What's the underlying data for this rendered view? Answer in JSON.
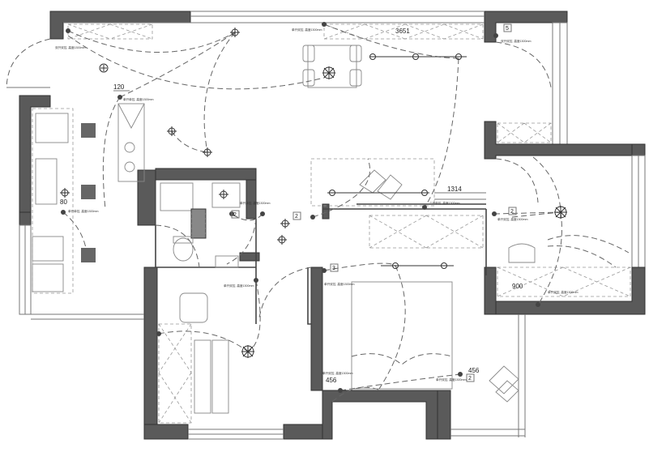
{
  "dimensions": {
    "top_room": "3651",
    "kitchen_window": "120",
    "living_span": "1314",
    "bedroom_right": "900",
    "kitchen_left": "80",
    "bedroom_bottom_left": "456",
    "bedroom_bottom_right": "456"
  },
  "switch_notes": {
    "top_left": "双开双控, 高度1300mm",
    "top_center": "单开双控, 高度1300mm",
    "top_right": "双开双控, 高度1300mm",
    "kitchen": "单开单控, 高度1300mm",
    "kitchen_lower": "单开单控, 高度1300mm",
    "bath": "单开单控, 高度1300mm",
    "living_mid": "三开单控, 高度1300mm",
    "right_room": "单开双控, 高度1300mm",
    "bedroom_left": "单开双控, 高度1300mm",
    "bedroom_top": "单开双控, 高度1300mm",
    "bedroom_bottom": "单开双控, 高度1300mm",
    "bedroom_bottom_right": "单开双控, 高度1300mm",
    "right_room_low": "单开双控, 高度1300mm"
  },
  "switch_tags": {
    "s1": "5",
    "s2": "2",
    "s3": "2",
    "s4": "3",
    "s5": "2",
    "s6": "2"
  }
}
